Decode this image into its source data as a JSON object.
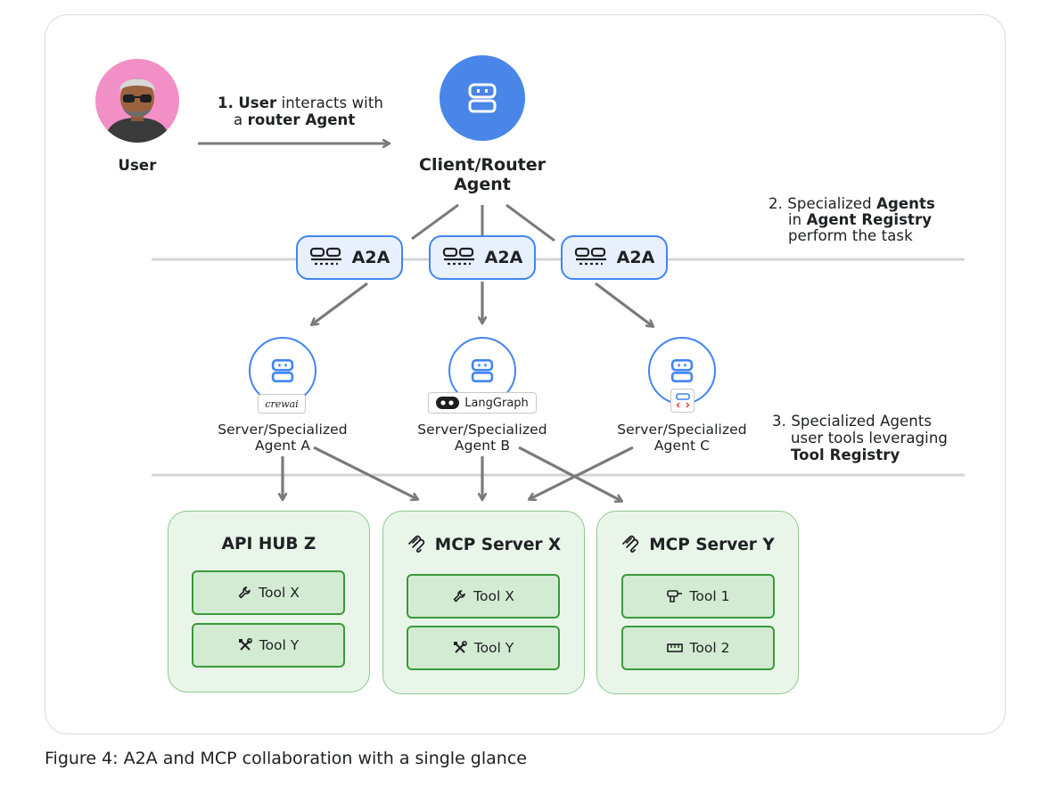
{
  "caption": "Figure 4: A2A and MCP collaboration with a single glance",
  "user": {
    "label": "User",
    "step1_num": "1.",
    "step1_user": "User",
    "step1_interacts": "interacts with",
    "step1_line2_a": "a",
    "step1_line2_b": "router Agent"
  },
  "router": {
    "line1": "Client/Router",
    "line2": "Agent"
  },
  "step2": {
    "num": "2.",
    "line1_a": "Specialized",
    "line1_b": "Agents",
    "line2_a": "in",
    "line2_b": "Agent Registry",
    "line3": "perform the task"
  },
  "step3": {
    "num": "3.",
    "line1": "Specialized Agents",
    "line2": "user tools leveraging",
    "line3": "Tool Registry"
  },
  "a2a_label": "A2A",
  "agents": [
    {
      "line1": "Server/Specialized",
      "line2": "Agent A",
      "framework": "crewai"
    },
    {
      "line1": "Server/Specialized",
      "line2": "Agent B",
      "framework": "LangGraph"
    },
    {
      "line1": "Server/Specialized",
      "line2": "Agent C",
      "framework": ""
    }
  ],
  "servers": [
    {
      "title": "API HUB Z",
      "tools": [
        "Tool X",
        "Tool Y"
      ]
    },
    {
      "title": "MCP Server X",
      "tools": [
        "Tool X",
        "Tool Y"
      ]
    },
    {
      "title": "MCP Server Y",
      "tools": [
        "Tool 1",
        "Tool 2"
      ]
    }
  ],
  "colors": {
    "accent_blue": "#4285f4",
    "a2a_fill": "#e8f0fe",
    "server_fill": "#eaf5ea",
    "tool_fill": "#d3ebd3",
    "tool_border": "#3a9a3a",
    "arrow_gray": "#7a7a7a",
    "user_avatar_bg": "#f28fc6"
  },
  "icons": {
    "router": "robot-icon",
    "a2a": "a2a-protocol-icon",
    "mcp": "mcp-icon",
    "tools": [
      "wrench-icon",
      "tools-cross-icon",
      "drill-icon",
      "ruler-icon"
    ]
  }
}
